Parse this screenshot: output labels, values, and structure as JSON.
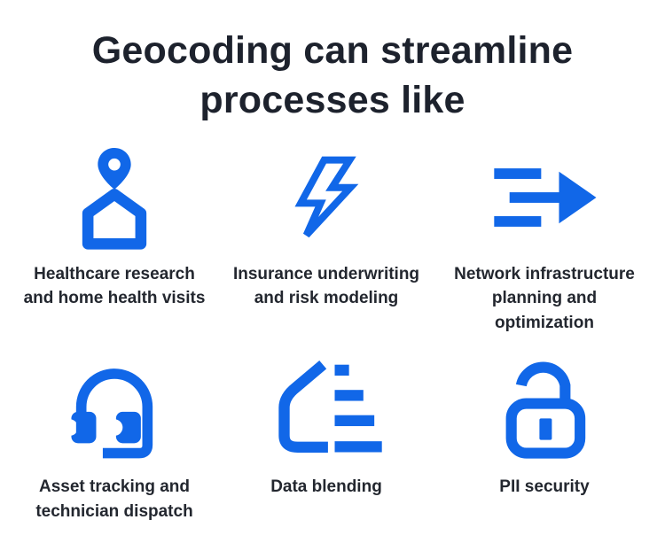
{
  "title": "Geocoding can streamline\nprocesses like",
  "colors": {
    "accent": "#1167e8",
    "ink": "#23272f",
    "ink_dark": "#1d222d",
    "background": "#ffffff"
  },
  "items": [
    {
      "id": "healthcare",
      "icon": "location-home-icon",
      "label": "Healthcare research\nand home health visits"
    },
    {
      "id": "insurance",
      "icon": "lightning-bolt-icon",
      "label": "Insurance underwriting\nand risk modeling"
    },
    {
      "id": "network",
      "icon": "arrows-right-icon",
      "label": "Network infrastructure\nplanning and\noptimization"
    },
    {
      "id": "asset-tracking",
      "icon": "headset-icon",
      "label": "Asset tracking and\ntechnician dispatch"
    },
    {
      "id": "data-blending",
      "icon": "document-bars-icon",
      "label": "Data blending"
    },
    {
      "id": "pii-security",
      "icon": "unlocked-padlock-icon",
      "label": "PII security"
    }
  ]
}
